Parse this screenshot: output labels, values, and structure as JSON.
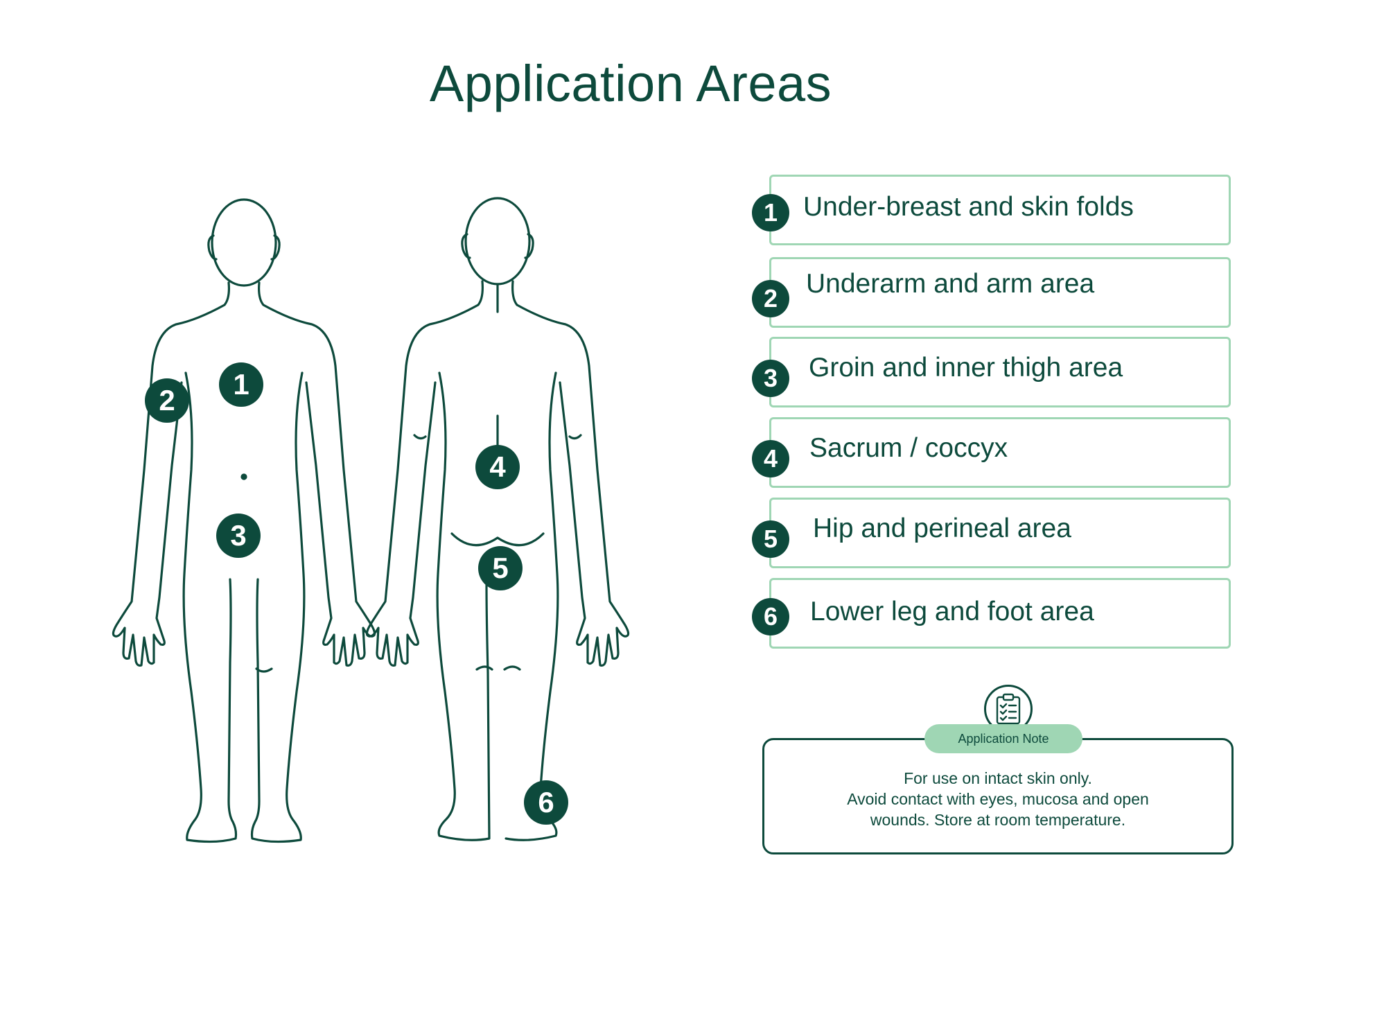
{
  "title": "Application Areas",
  "colors": {
    "primary": "#0d4a3c",
    "accent": "#9fd6b4",
    "background": "#ffffff"
  },
  "body_markers": [
    {
      "label": "1",
      "view": "front"
    },
    {
      "label": "2",
      "view": "front"
    },
    {
      "label": "3",
      "view": "front"
    },
    {
      "label": "4",
      "view": "back"
    },
    {
      "label": "5",
      "view": "back"
    },
    {
      "label": "6",
      "view": "back"
    }
  ],
  "legend": [
    {
      "number": "1",
      "label": "Under-breast and skin folds"
    },
    {
      "number": "2",
      "label": "Underarm and arm area"
    },
    {
      "number": "3",
      "label": "Groin and inner thigh area"
    },
    {
      "number": "4",
      "label": "Sacrum / coccyx"
    },
    {
      "number": "5",
      "label": "Hip and perineal area"
    },
    {
      "number": "6",
      "label": "Lower leg and foot area"
    }
  ],
  "note": {
    "icon": "clipboard-checklist-icon",
    "heading": "Application Note",
    "lines": [
      "For use on intact skin only.",
      "Avoid contact with eyes, mucosa and open",
      "wounds. Store at room temperature."
    ]
  }
}
